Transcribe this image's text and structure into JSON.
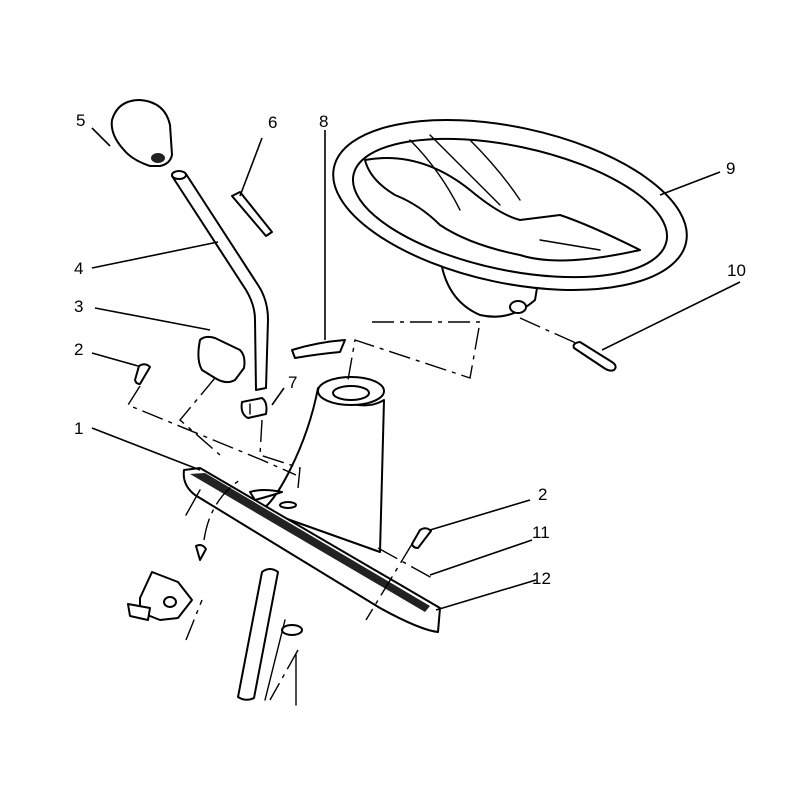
{
  "callouts": {
    "c1": "1",
    "c2a": "2",
    "c2b": "2",
    "c3": "3",
    "c4": "4",
    "c5": "5",
    "c6": "6",
    "c7": "7",
    "c8": "8",
    "c9": "9",
    "c10": "10",
    "c11": "11",
    "c12": "12"
  },
  "colors": {
    "line": "#000000",
    "background": "#ffffff"
  }
}
